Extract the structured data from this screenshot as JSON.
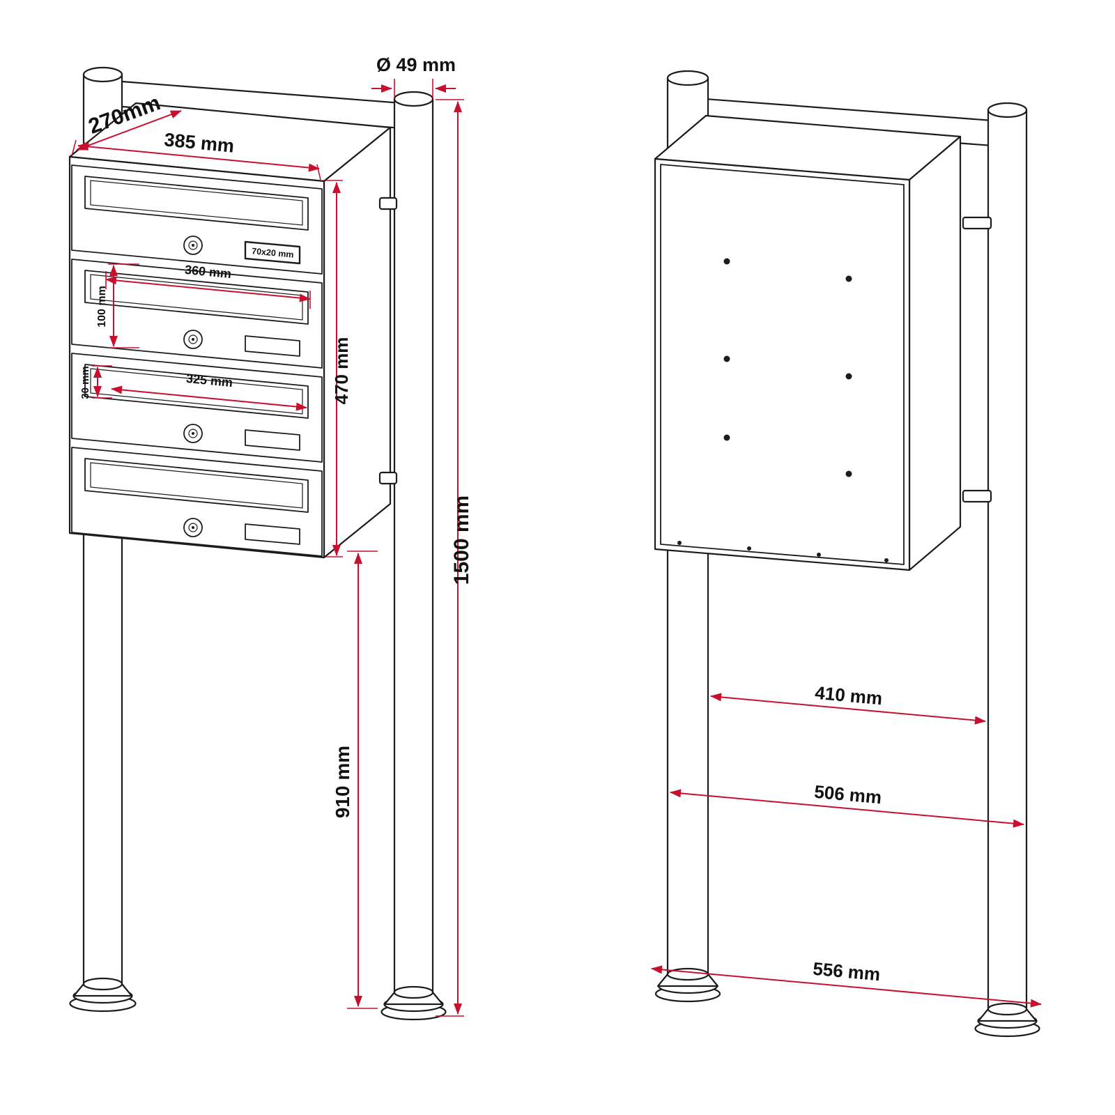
{
  "page": {
    "background": "#ffffff"
  },
  "drawing": {
    "line_color": "#1c1c1c",
    "dimension_color": "#c8102e",
    "dimensions": {
      "post_diameter": "Ø 49 mm",
      "box_depth": "270mm",
      "box_width": "385 mm",
      "name_plate_size": "70x20 mm",
      "slot_width": "360 mm",
      "compartment_height": "100 mm",
      "slot_height": "30 mm",
      "slot_inner_width": "325 mm",
      "box_height": "470 mm",
      "total_height": "1500 mm",
      "post_height_below_box": "910 mm",
      "posts_inner_spacing": "410 mm",
      "posts_outer_spacing": "506 mm",
      "base_feet_spacing": "556 mm"
    }
  }
}
